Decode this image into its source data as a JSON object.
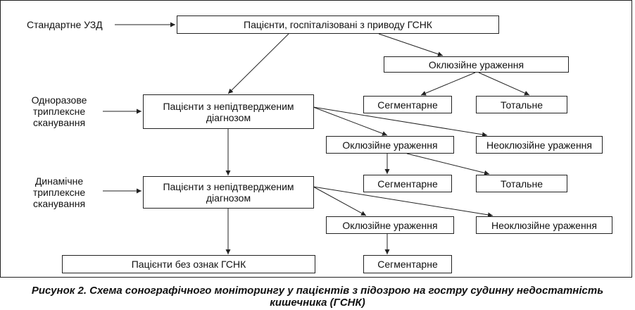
{
  "diagram": {
    "side_labels": [
      {
        "id": "usd",
        "text": "Стандартне УЗД"
      },
      {
        "id": "single_scan",
        "lines": [
          "Одноразове",
          "триплексне",
          "сканування"
        ]
      },
      {
        "id": "dynamic_scan",
        "lines": [
          "Динамічне",
          "триплексне",
          "сканування"
        ]
      }
    ],
    "boxes": {
      "hospitalized": "Пацієнти, госпіталізовані з приводу ГСНК",
      "occl_1": "Оклюзійне ураження",
      "segm_1": "Сегментарне",
      "total_1": "Тотальне",
      "unconfirmed_1": [
        "Пацієнти з непідтвердженим",
        "діагнозом"
      ],
      "occl_2": "Оклюзійне ураження",
      "nonoccl_2": "Неоклюзійне ураження",
      "segm_2": "Сегментарне",
      "total_2": "Тотальне",
      "unconfirmed_2": [
        "Пацієнти з непідтвердженим",
        "діагнозом"
      ],
      "occl_3": "Оклюзійне ураження",
      "nonoccl_3": "Неоклюзійне ураження",
      "no_signs": "Пацієнти без ознак ГСНК",
      "segm_3": "Сегментарне"
    },
    "caption": [
      "Рисунок 2. Схема сонографічного моніторингу у пацієнтів з підозрою на гостру судинну недостатність",
      "кишечника (ГСНК)"
    ]
  }
}
